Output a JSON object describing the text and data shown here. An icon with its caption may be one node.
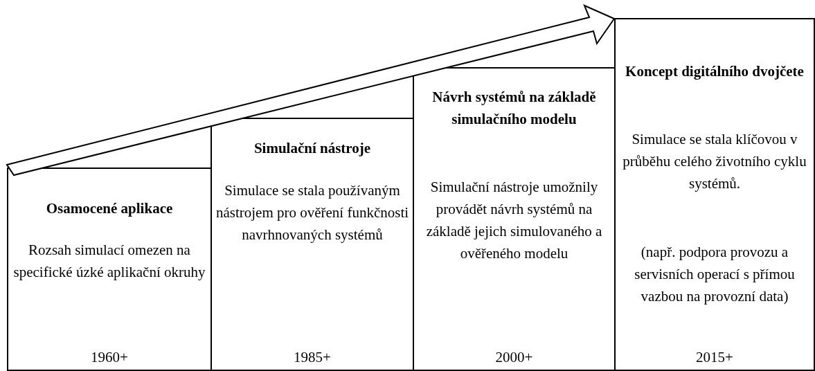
{
  "diagram": {
    "nodes": [
      {
        "text": [
          "Osamocené aplikace",
          "Rozsah simulací omezen na specifické úzké aplikační okruhy",
          "1960+"
        ]
      },
      {
        "text": [
          "Simulační nástroje",
          "Simulace se stala používaným nástrojem pro ověření funkčnosti navrhnovaných systémů",
          "1985+"
        ]
      },
      {
        "text": [
          "Návrh systémů na základě simulačního modelu",
          "Simulační nástroje umožnily provádět návrh systémů na základě jejich simulovaného a ověřeného modelu",
          "2000+"
        ]
      },
      {
        "text": [
          "Koncept digitálního dvojčete",
          "Simulace se stala klíčovou v průběhu celého životního cyklu systémů.",
          "(např. podpora provozu a servisních operací s přímou vazbou na provozní data)",
          "2015+"
        ]
      }
    ],
    "edges": []
  }
}
